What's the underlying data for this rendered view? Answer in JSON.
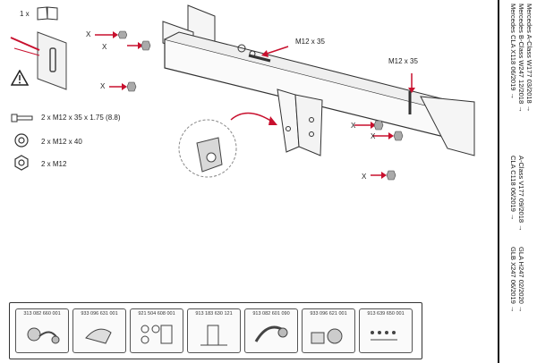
{
  "manual": {
    "qty_label": "1 x",
    "bolt_spec_top": "M12 x 35",
    "bolt_spec_right": "M12 x 35",
    "x_marker": "X",
    "hardware": [
      {
        "text": "2 x M12 x 35 x 1.75 (8.8)"
      },
      {
        "text": "2 x M12 x 40"
      },
      {
        "text": "2 x M12"
      }
    ],
    "part_numbers": [
      "313 082 660 001",
      "933 096 631 001",
      "921 504 608 001",
      "913 183 630 121",
      "913 082 601 090",
      "933 096 621 001",
      "913 639 650 001"
    ],
    "models": {
      "group1": [
        "Mercedes A-Class W177 03/2018 →",
        "Mercedes B-Class W247 12/2018 →",
        "Mercedes CLA X118 06/2019 →"
      ],
      "group2": [
        "A-Class V177 09/2018 →",
        "CLA C118 06/2019 →"
      ],
      "group3": [
        "GLA H247 02/2020 →",
        "GLB X247 06/2019 →"
      ]
    }
  }
}
